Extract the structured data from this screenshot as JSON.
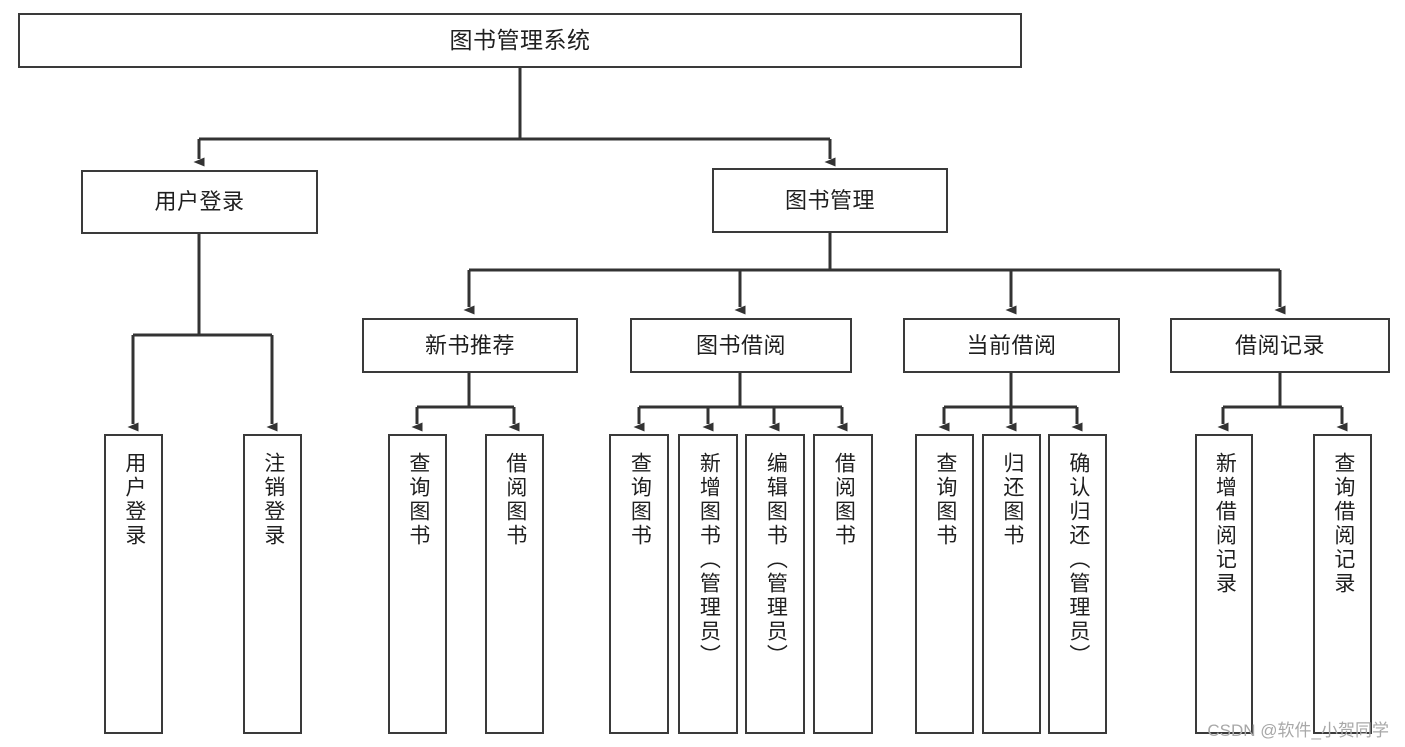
{
  "diagram": {
    "title": "图书管理系统",
    "watermark": "CSDN @软件_小贺同学",
    "colors": {
      "box_border": "#3a3a3a",
      "box_fill": "#ffffff",
      "edge": "#333333",
      "text": "#1f1f1f",
      "watermark": "#a8a8a8",
      "background": "#ffffff"
    }
  },
  "nodes": {
    "root": {
      "label": "图书管理系统"
    },
    "level2": [
      {
        "label": "用户登录"
      },
      {
        "label": "图书管理"
      }
    ],
    "level3": [
      {
        "label": "新书推荐"
      },
      {
        "label": "图书借阅"
      },
      {
        "label": "当前借阅"
      },
      {
        "label": "借阅记录"
      }
    ],
    "leaves": {
      "user_login": [
        {
          "label": "用户登录"
        },
        {
          "label": "注销登录"
        }
      ],
      "new_book": [
        {
          "label": "查询图书"
        },
        {
          "label": "借阅图书"
        }
      ],
      "book_borrow": [
        {
          "label": "查询图书"
        },
        {
          "label": "新增图书（管理员）"
        },
        {
          "label": "编辑图书（管理员）"
        },
        {
          "label": "借阅图书"
        }
      ],
      "current_borrow": [
        {
          "label": "查询图书"
        },
        {
          "label": "归还图书"
        },
        {
          "label": "确认归还（管理员）"
        }
      ],
      "borrow_record": [
        {
          "label": "新增借阅记录"
        },
        {
          "label": "查询借阅记录"
        }
      ]
    }
  },
  "chart_data": {
    "type": "tree-diagram",
    "title": "图书管理系统",
    "root": "图书管理系统",
    "edges": [
      [
        "图书管理系统",
        "用户登录"
      ],
      [
        "图书管理系统",
        "图书管理"
      ],
      [
        "用户登录",
        "用户登录"
      ],
      [
        "用户登录",
        "注销登录"
      ],
      [
        "图书管理",
        "新书推荐"
      ],
      [
        "图书管理",
        "图书借阅"
      ],
      [
        "图书管理",
        "当前借阅"
      ],
      [
        "图书管理",
        "借阅记录"
      ],
      [
        "新书推荐",
        "查询图书"
      ],
      [
        "新书推荐",
        "借阅图书"
      ],
      [
        "图书借阅",
        "查询图书"
      ],
      [
        "图书借阅",
        "新增图书（管理员）"
      ],
      [
        "图书借阅",
        "编辑图书（管理员）"
      ],
      [
        "图书借阅",
        "借阅图书"
      ],
      [
        "当前借阅",
        "查询图书"
      ],
      [
        "当前借阅",
        "归还图书"
      ],
      [
        "当前借阅",
        "确认归还（管理员）"
      ],
      [
        "借阅记录",
        "新增借阅记录"
      ],
      [
        "借阅记录",
        "查询借阅记录"
      ]
    ]
  }
}
